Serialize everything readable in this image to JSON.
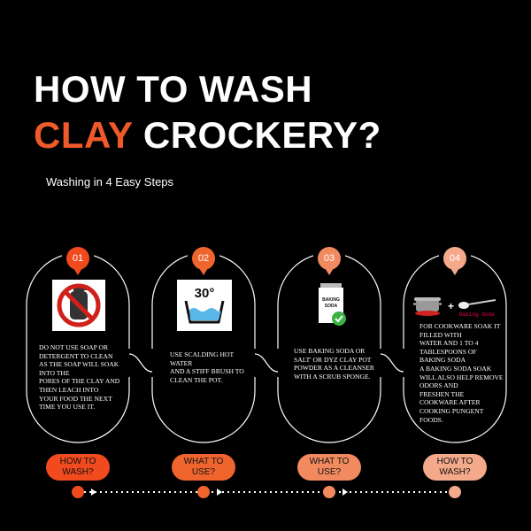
{
  "title": {
    "line1": "HOW TO WASH",
    "line2_accent": "CLAY",
    "line2_rest": "CROCKERY?"
  },
  "subtitle": "Washing in 4 Easy Steps",
  "colors": {
    "accent": "#f05a2a",
    "step1": "#f04a1e",
    "step2": "#f0652e",
    "step3": "#f28a60",
    "step4": "#f4a98a"
  },
  "steps": [
    {
      "number": "01",
      "icon": "no-spray-bottle-icon",
      "text": "DO NOT USE SOAP OR\nDETERGENT TO CLEAN\nAS THE SOAP WILL SOAK\nINTO THE\nPORES OF THE CLAY AND\nTHEN LEACH INTO\nYOUR FOOD THE NEXT\nTIME YOU USE IT.",
      "pill": "HOW TO\nWASH?"
    },
    {
      "number": "02",
      "icon": "wash-30-degrees-icon",
      "icon_text": "30°",
      "text": "USE SCALDING HOT\nWATER\nAND A STIFF BRUSH TO\nCLEAN THE POT.",
      "pill": "WHAT TO\nUSE?"
    },
    {
      "number": "03",
      "icon": "baking-soda-can-icon",
      "icon_text": "BAKING\nSODA",
      "text": "USE BAKING SODA OR\nSALT' OR DYZ CLAY POT\nPOWDER AS A CLEANSER\nWITH A SCRUB SPONGE.",
      "pill": "WHAT TO\nUSE?"
    },
    {
      "number": "04",
      "icon": "pot-plus-spoon-icon",
      "icon_text": "Baking Soda",
      "text": "FOR COOKWARE SOAK IT\nFILLED WITH\nWATER AND 1 TO 4\nTABLESPOONS OF\nBAKING SODA\nA BAKING SODA SOAK\nWILL ALSO HELP REMOVE\nODORS AND\nFRESHEN THE\nCOOKWARE AFTER\nCOOKING PUNGENT\nFOODS.",
      "pill": "HOW TO\nWASH?"
    }
  ]
}
